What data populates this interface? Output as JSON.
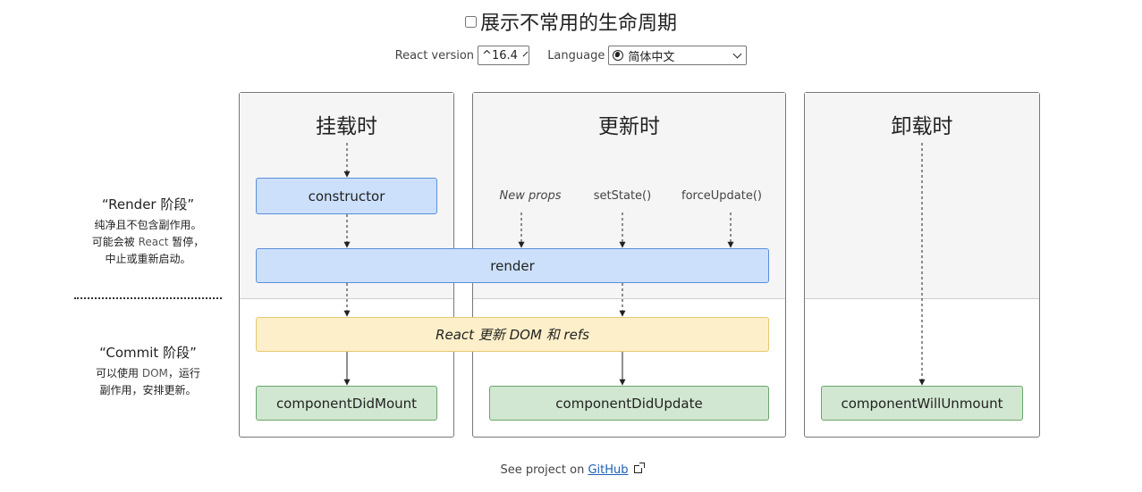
{
  "header": {
    "checkbox_label": "展示不常用的生命周期",
    "checkbox_checked": false
  },
  "controls": {
    "version_label": "React version",
    "version_value": "^16.4",
    "language_label": "Language",
    "language_icon": "globe-icon",
    "language_value": "简体中文"
  },
  "phases": {
    "render": {
      "name": "“Render 阶段”",
      "desc1": "纯净且不包含副作用。",
      "desc2_a": "可能会被 ",
      "desc2_b": "React",
      "desc2_c": " 暂停，",
      "desc3": "中止或重新启动。"
    },
    "commit": {
      "name": "“Commit 阶段”",
      "desc1_a": "可以使用 ",
      "desc1_b": "DOM",
      "desc1_c": "，运行",
      "desc2": "副作用，安排更新。"
    }
  },
  "columns": {
    "mounting": {
      "title": "挂载时"
    },
    "updating": {
      "title": "更新时"
    },
    "unmounting": {
      "title": "卸载时"
    }
  },
  "triggers": {
    "new_props": "New props",
    "set_state": "setState()",
    "force_update": "forceUpdate()"
  },
  "nodes": {
    "constructor": "constructor",
    "render": "render",
    "react_updates_dom": "React 更新 DOM 和 refs",
    "component_did_mount": "componentDidMount",
    "component_did_update": "componentDidUpdate",
    "component_will_unmount": "componentWillUnmount"
  },
  "footer": {
    "prefix": "See project on ",
    "link": "GitHub",
    "link_icon": "external-link-icon"
  },
  "colors": {
    "blue_node": "#cce0fc",
    "yellow_node": "#fdefc9",
    "green_node": "#d1e7d1",
    "link": "#1a5fb4"
  }
}
